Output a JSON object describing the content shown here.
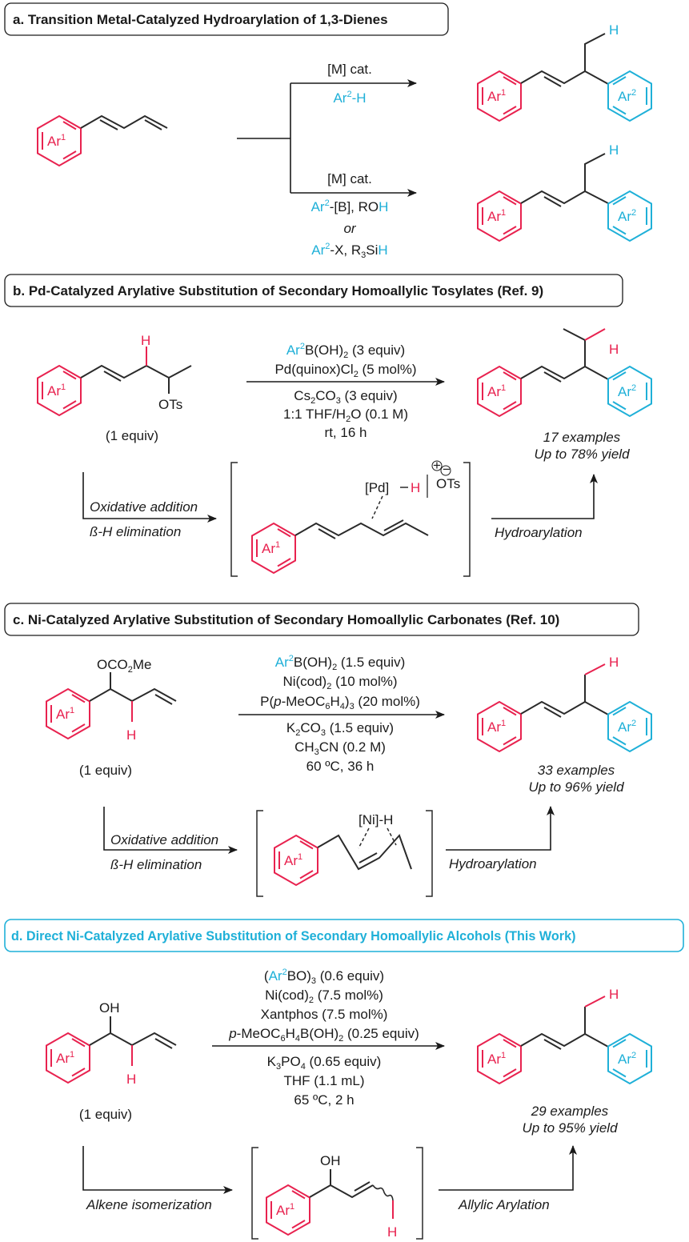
{
  "colors": {
    "ar1": "#e8224f",
    "ar2": "#1fb0d8",
    "ink": "#1a1a1a"
  },
  "ring_labels": {
    "ar1": "Ar",
    "ar2": "Ar",
    "sup1": "1",
    "sup2": "2",
    "h": "H"
  },
  "panel_a": {
    "title": "a. Transition Metal-Catalyzed Hydroarylation of 1,3-Dienes",
    "top_reagent_1": "[M] cat.",
    "top_reagent_2_ar": "Ar",
    "top_reagent_2_sup": "2",
    "top_reagent_2_rest": "-H",
    "bottom_reagent_1": "[M] cat.",
    "bottom_reagent_2_ar": "Ar",
    "bottom_reagent_2_sup": "2",
    "bottom_reagent_2_mid": "-[B], RO",
    "bottom_reagent_2_h": "H",
    "bottom_reagent_3": "or",
    "bottom_reagent_4_ar": "Ar",
    "bottom_reagent_4_sup": "2",
    "bottom_reagent_4_mid": "-X, R",
    "bottom_reagent_4_sub": "3",
    "bottom_reagent_4_si": "Si",
    "bottom_reagent_4_h": "H"
  },
  "panel_b": {
    "title": "b. Pd-Catalyzed Arylative Substitution of Secondary Homoallylic Tosylates (Ref. 9)",
    "leaving_group": "OTs",
    "equiv": "(1 equiv)",
    "cond_1_ar": "Ar",
    "cond_1_sup": "2",
    "cond_1_rest": "B(OH)",
    "cond_1_sub": "2",
    "cond_1_tail": " (3 equiv)",
    "cond_2": "Pd(quinox)Cl",
    "cond_2_sub": "2",
    "cond_2_tail": " (5 mol%)",
    "cond_3": "Cs",
    "cond_3_sub1": "2",
    "cond_3_mid": "CO",
    "cond_3_sub2": "3",
    "cond_3_tail": " (3 equiv)",
    "cond_4": "1:1 THF/H",
    "cond_4_sub": "2",
    "cond_4_tail": "O (0.1 M)",
    "cond_5": "rt, 16 h",
    "examples": "17 examples",
    "yield": "Up to 78% yield",
    "step_1": "Oxidative addition",
    "step_2": "ß-H elimination",
    "intermediate_pd": "[Pd]",
    "intermediate_otss": "OTs",
    "step_3": "Hydroarylation"
  },
  "panel_c": {
    "title": "c. Ni-Catalyzed Arylative Substitution of Secondary Homoallylic Carbonates (Ref. 10)",
    "leaving_group": "OCO",
    "leaving_sub": "2",
    "leaving_tail": "Me",
    "equiv": "(1 equiv)",
    "cond_1_ar": "Ar",
    "cond_1_sup": "2",
    "cond_1_rest": "B(OH)",
    "cond_1_sub": "2",
    "cond_1_tail": " (1.5 equiv)",
    "cond_2": "Ni(cod)",
    "cond_2_sub": "2",
    "cond_2_tail": " (10 mol%)",
    "cond_3_a": "P(",
    "cond_3_p": "p",
    "cond_3_b": "-MeOC",
    "cond_3_sub1": "6",
    "cond_3_c": "H",
    "cond_3_sub2": "4",
    "cond_3_d": ")",
    "cond_3_sub3": "3",
    "cond_3_tail": " (20 mol%)",
    "cond_4": "K",
    "cond_4_sub1": "2",
    "cond_4_mid": "CO",
    "cond_4_sub2": "3",
    "cond_4_tail": " (1.5 equiv)",
    "cond_5": "CH",
    "cond_5_sub": "3",
    "cond_5_tail": "CN (0.2 M)",
    "cond_6": "60 ºC, 36 h",
    "examples": "33 examples",
    "yield": "Up to 96% yield",
    "step_1": "Oxidative addition",
    "step_2": "ß-H elimination",
    "intermediate_ni": "[Ni]-H",
    "step_3": "Hydroarylation"
  },
  "panel_d": {
    "title": "d. Direct Ni-Catalyzed Arylative Substitution of Secondary Homoallylic Alcohols (This Work)",
    "oh": "OH",
    "equiv": "(1 equiv)",
    "cond_1_a": "(",
    "cond_1_ar": "Ar",
    "cond_1_sup": "2",
    "cond_1_rest": "BO)",
    "cond_1_sub": "3",
    "cond_1_tail": " (0.6 equiv)",
    "cond_2": "Ni(cod)",
    "cond_2_sub": "2",
    "cond_2_tail": " (7.5 mol%)",
    "cond_3": "Xantphos (7.5 mol%)",
    "cond_4_p": "p",
    "cond_4_a": "-MeOC",
    "cond_4_sub1": "6",
    "cond_4_b": "H",
    "cond_4_sub2": "4",
    "cond_4_c": "B(OH)",
    "cond_4_sub3": "2",
    "cond_4_tail": " (0.25 equiv)",
    "cond_5": "K",
    "cond_5_sub1": "3",
    "cond_5_mid": "PO",
    "cond_5_sub2": "4",
    "cond_5_tail": " (0.65 equiv)",
    "cond_6": "THF (1.1 mL)",
    "cond_7": "65 ºC, 2 h",
    "examples": "29 examples",
    "yield": "Up to 95% yield",
    "step_1": "Alkene isomerization",
    "step_3": "Allylic Arylation"
  }
}
